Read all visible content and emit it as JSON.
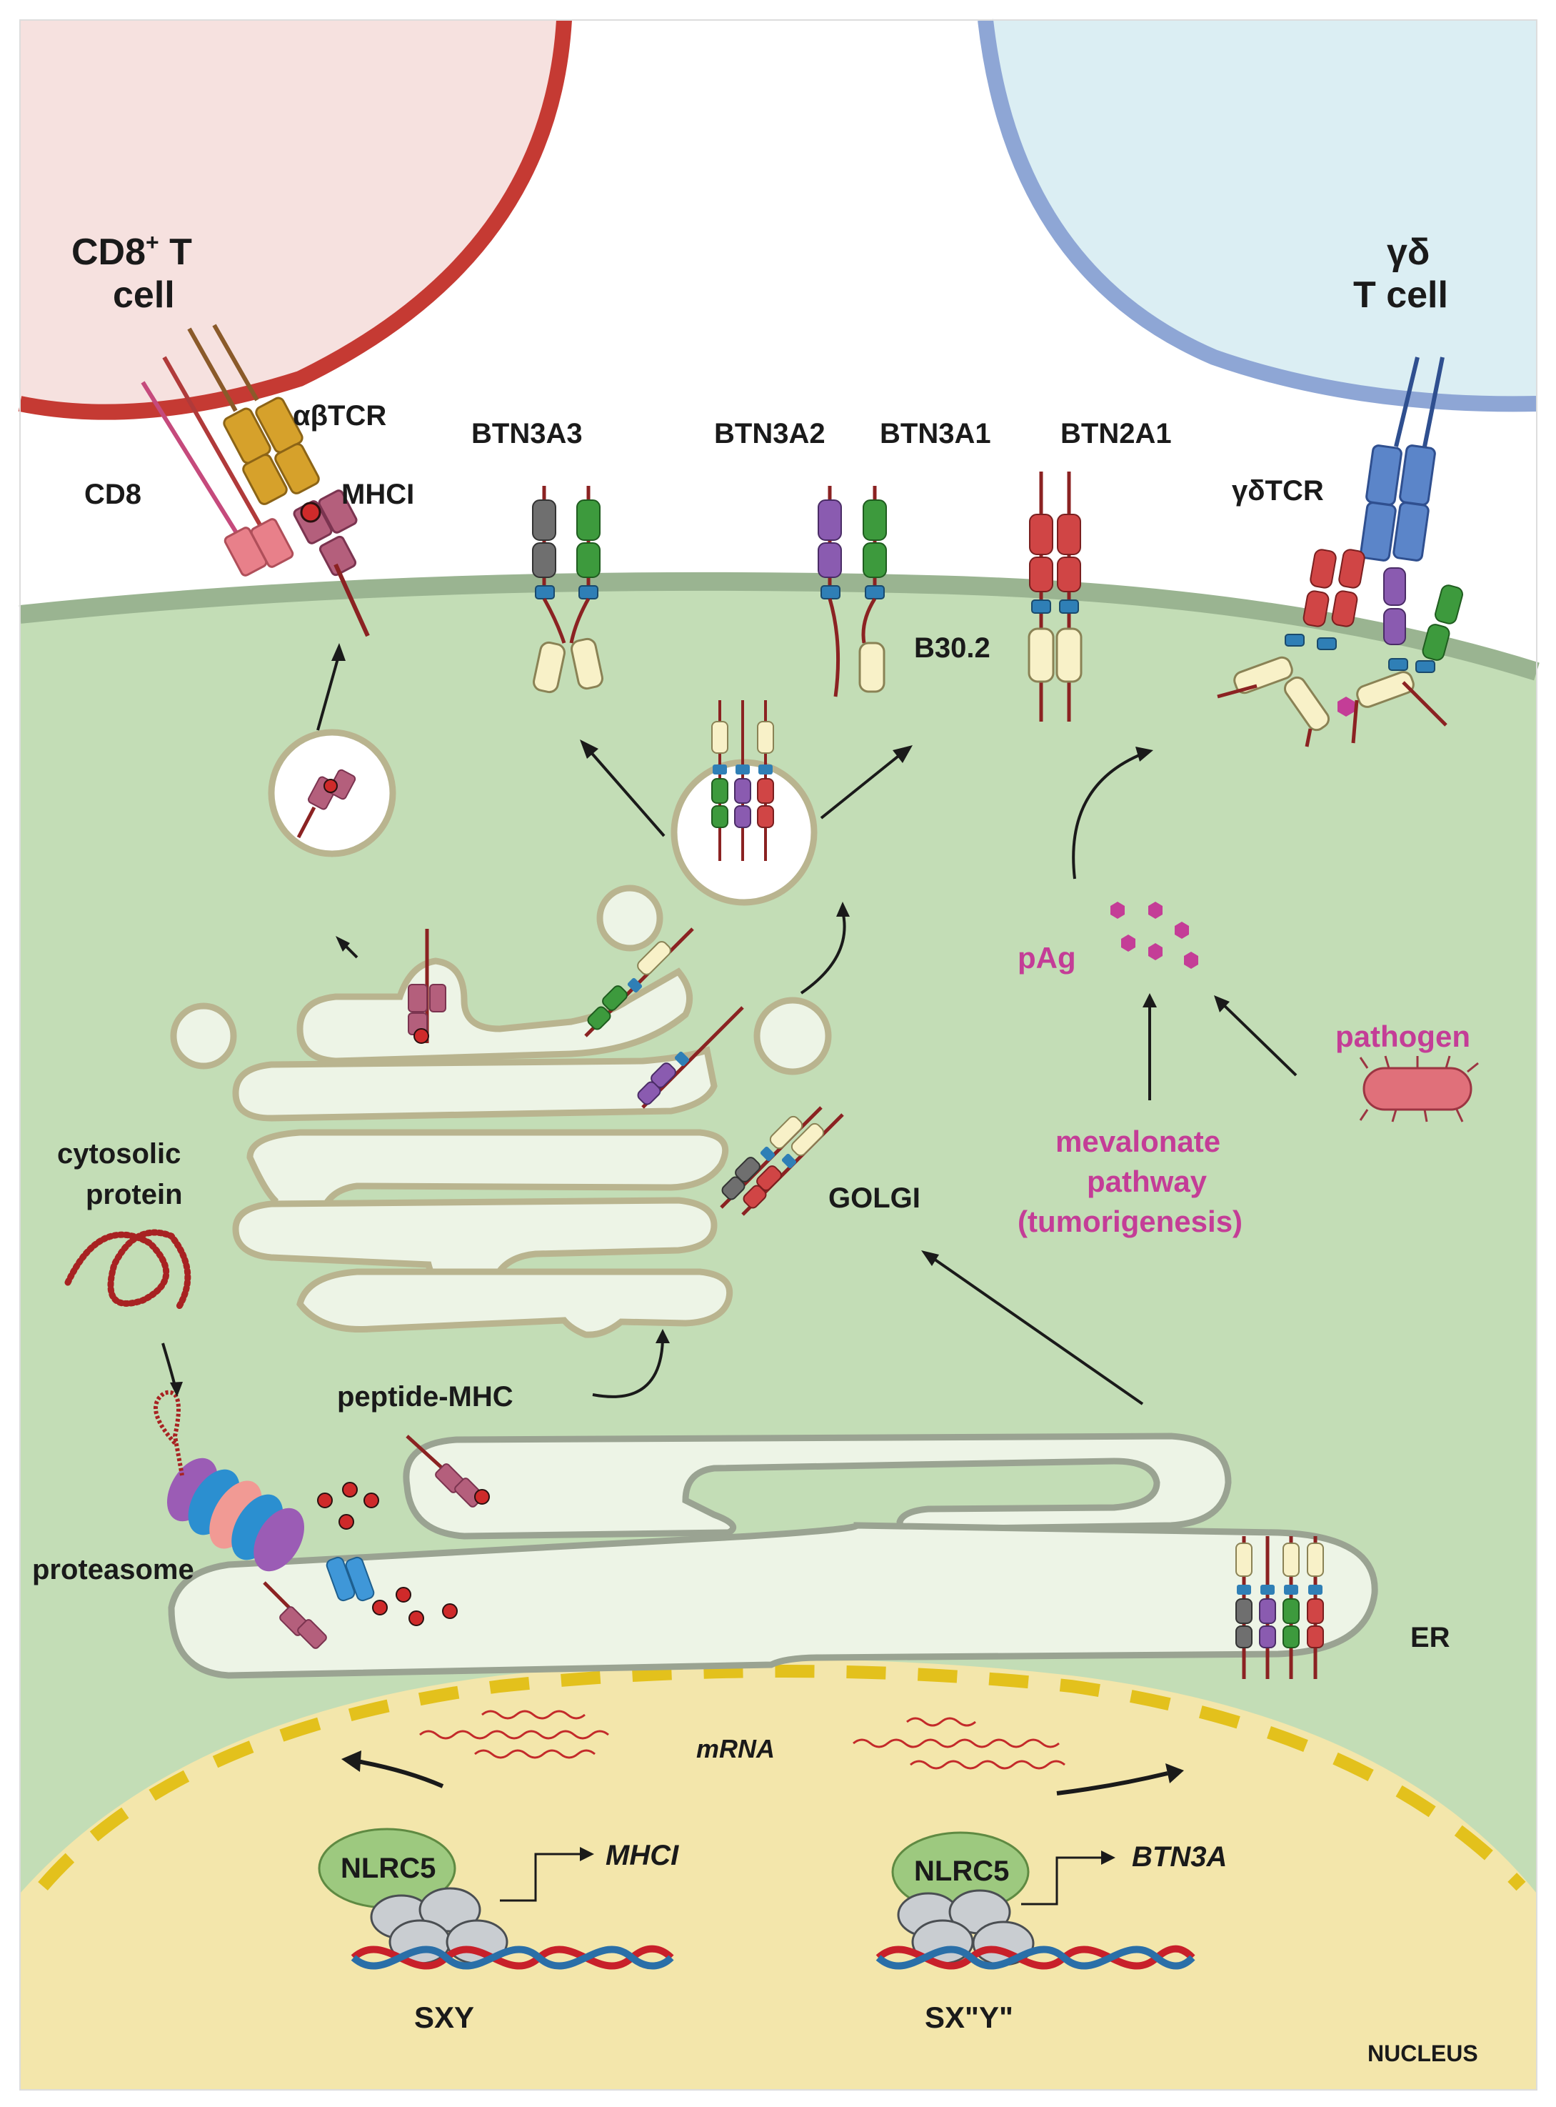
{
  "cells": {
    "cd8_title_line1": "CD8",
    "cd8_title_sup": "+",
    "cd8_title_line1_tail": " T",
    "cd8_title_line2": "cell",
    "gd_title_line1": "γδ",
    "gd_title_line2": "T cell"
  },
  "labels": {
    "abtcr": "αβTCR",
    "cd8": "CD8",
    "mhci": "MHCI",
    "btn3a3": "BTN3A3",
    "btn3a2": "BTN3A2",
    "btn3a1": "BTN3A1",
    "btn2a1": "BTN2A1",
    "gdtcr": "γδTCR",
    "b302": "B30.2",
    "golgi": "GOLGI",
    "pag": "pAg",
    "pathogen": "pathogen",
    "mevalonate_1": "mevalonate",
    "mevalonate_2": "pathway",
    "mevalonate_3": "(tumorigenesis)",
    "cytosolic_1": "cytosolic",
    "cytosolic_2": "protein",
    "peptide_mhc": "peptide-MHC",
    "proteasome": "proteasome",
    "er": "ER",
    "mrna": "mRNA",
    "nlrc5_left": "NLRC5",
    "nlrc5_right": "NLRC5",
    "gene_mhci": "MHCI",
    "gene_btn3a": "BTN3A",
    "sxy": "SXY",
    "sxy_right": "SX\"Y\"",
    "nucleus": "NUCLEUS"
  },
  "colors": {
    "cd8_cell_fill": "#f6e1df",
    "cd8_cell_border": "#c53a33",
    "gd_cell_fill": "#dbeef3",
    "gd_cell_border": "#8ea6d5",
    "cytoplasm": "#c3ddb6",
    "membrane": "#9ab491",
    "nucleus_fill": "#f3e6ab",
    "nuclear_envelope": "#e3c11c",
    "organelle_fill": "#edf4e6",
    "organelle_border": "#b9b48f",
    "er_border": "#9aa392",
    "pink_text": "#c43d97",
    "btn_gray": "#6f6f6f",
    "btn_green": "#3d9a3d",
    "btn_purple": "#8a5bb0",
    "btn_red": "#d04545",
    "btn_b302": "#f8f1c8",
    "tcr_blue": "#5b85c9",
    "abtcr_gold": "#d6a12b",
    "mhc_mauve": "#b45f7c",
    "cd8_pink": "#e8808a",
    "dna_red": "#c8202a",
    "dna_blue": "#2a6fa8",
    "nlrc5_green": "#9dc97f",
    "histone_gray": "#c9cdd1"
  }
}
